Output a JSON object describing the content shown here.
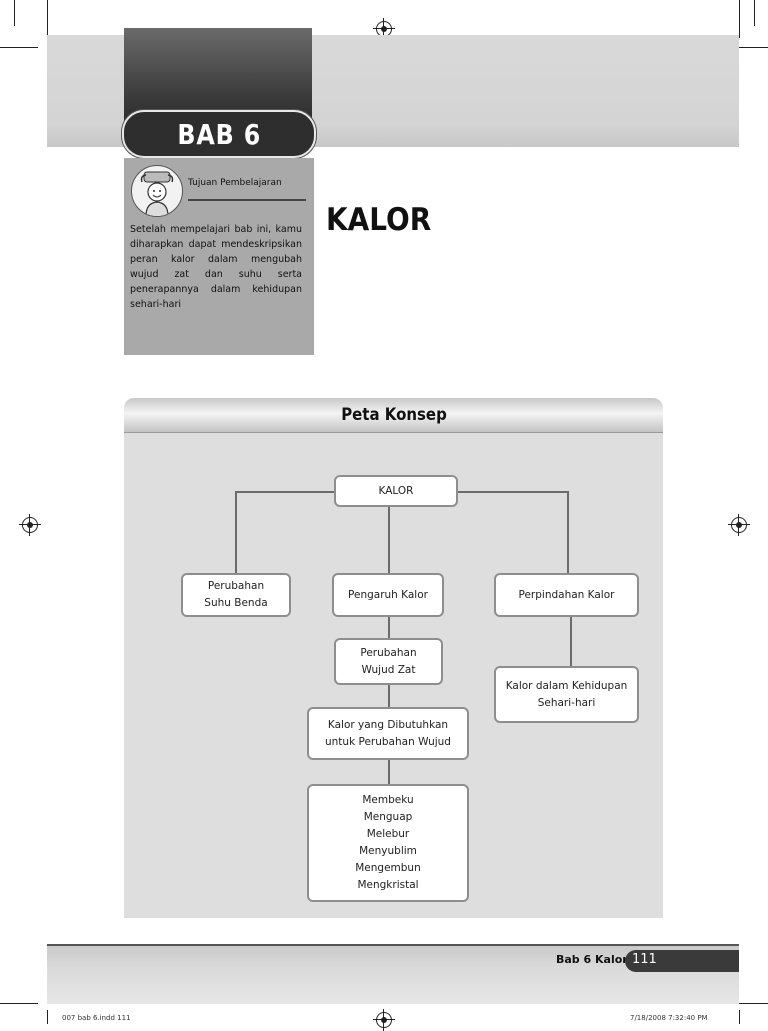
{
  "chapter": {
    "label": "BAB 6"
  },
  "objective": {
    "heading": "Tujuan Pembelajaran",
    "text": "Setelah mempelajari bab ini, kamu diharapkan dapat mendeskripsikan peran kalor dalam mengubah wujud zat dan suhu serta penerapannya dalam kehidupan sehari-hari"
  },
  "main_title": "KALOR",
  "concept_map": {
    "title": "Peta Konsep",
    "root": "KALOR",
    "branch_left": [
      "Perubahan",
      "Suhu Benda"
    ],
    "branch_middle": "Pengaruh Kalor",
    "branch_right": "Perpindahan Kalor",
    "middle_child": [
      "Perubahan",
      "Wujud Zat"
    ],
    "middle_grandchild": [
      "Kalor yang Dibutuhkan",
      "untuk Perubahan Wujud"
    ],
    "processes": [
      "Membeku",
      "Menguap",
      "Melebur",
      "Menyublim",
      "Mengembun",
      "Mengkristal"
    ],
    "right_child": [
      "Kalor dalam Kehidupan",
      "Sehari-hari"
    ]
  },
  "footer": {
    "chapter_label": "Bab 6 Kalor",
    "page_number": "111",
    "slug_left": "007 bab 6.indd   111",
    "slug_right": "7/18/2008   7:32:40 PM"
  }
}
